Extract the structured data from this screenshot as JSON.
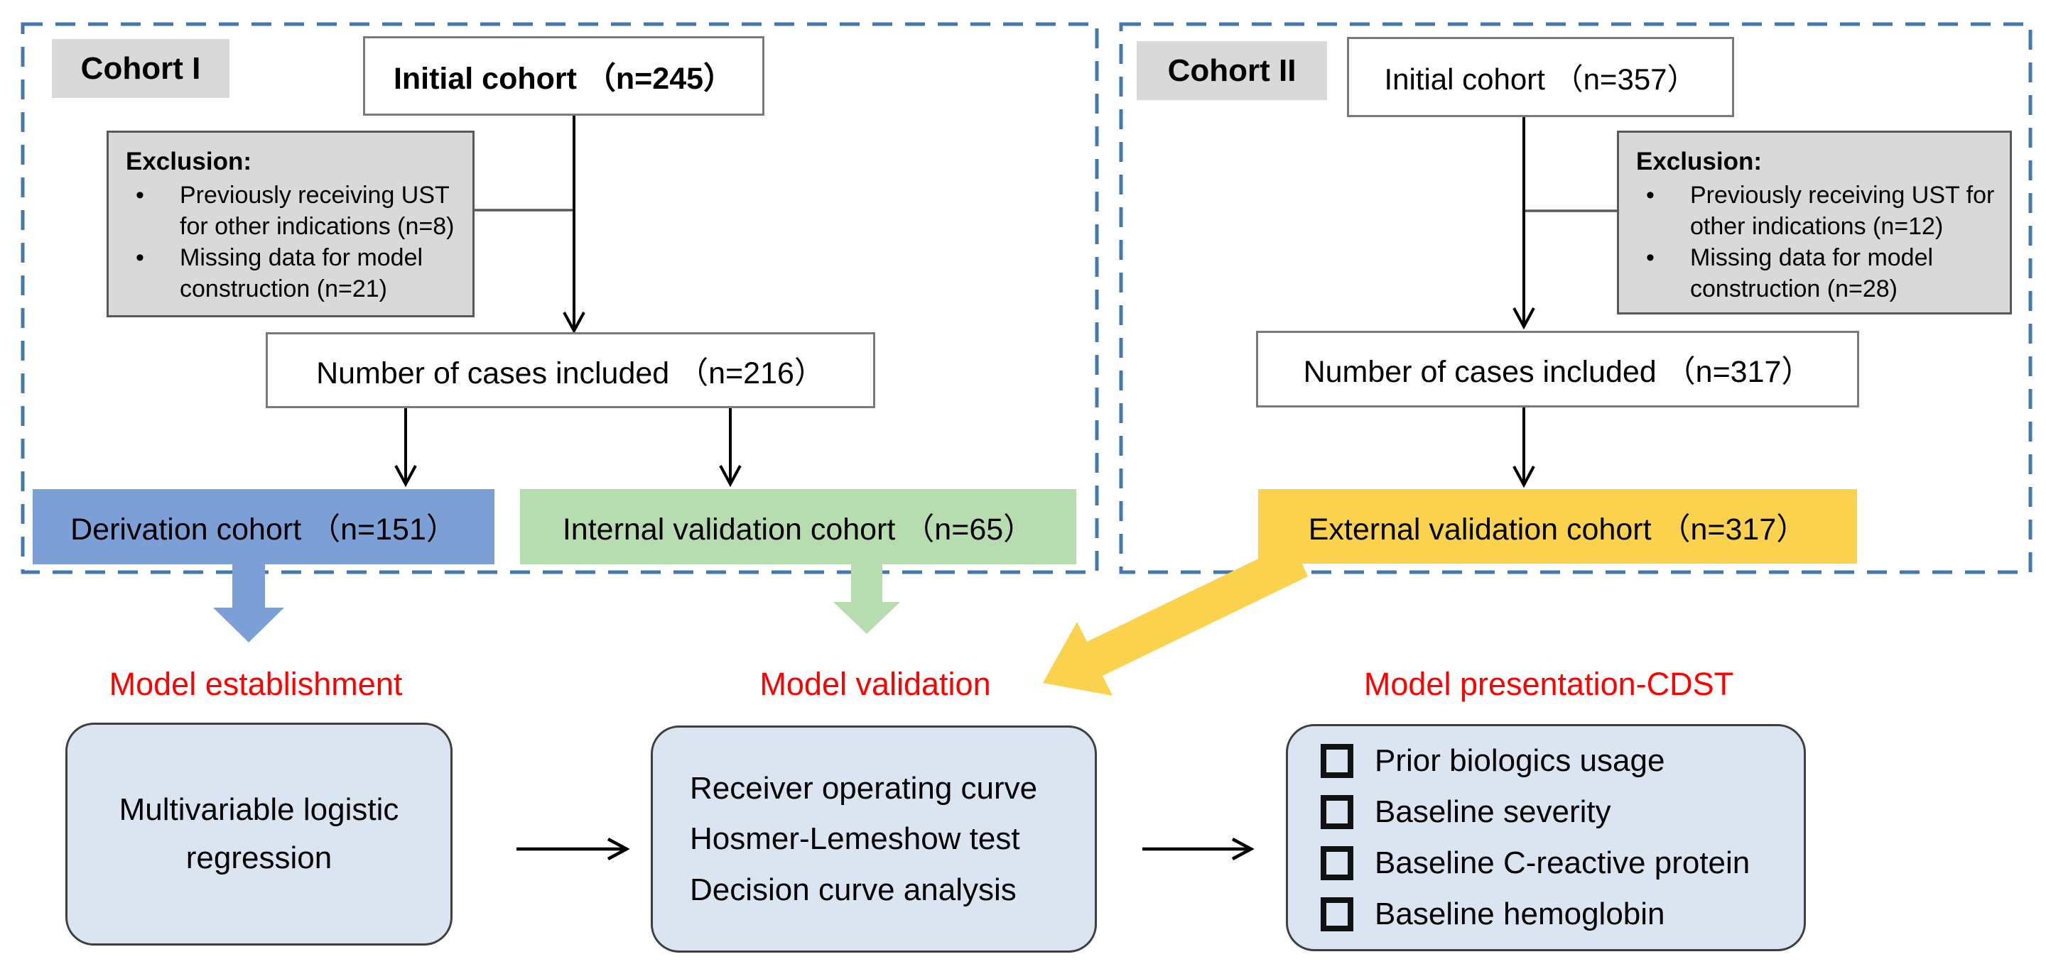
{
  "colors": {
    "blue": "#7c9fd6",
    "green": "#b7dcb0",
    "yellow": "#fbd24e",
    "lightblue": "#dbe5f2",
    "grey_fill": "#d9d9d9",
    "grey_border": "#595959",
    "box_border": "#7a7a7a",
    "dash": "#4778ad",
    "red": "#ff0000"
  },
  "cohort1": {
    "label": "Cohort I",
    "initial": "Initial cohort （n=245）",
    "exclusion": {
      "title": "Exclusion:",
      "bullet": "•",
      "items": [
        "Previously receiving UST for other indications (n=8)",
        "Missing data for model construction (n=21)"
      ]
    },
    "included": "Number of cases included （n=216）",
    "derivation": "Derivation cohort （n=151）",
    "internal_validation": "Internal validation cohort （n=65）"
  },
  "cohort2": {
    "label": "Cohort II",
    "initial": "Initial cohort （n=357）",
    "exclusion": {
      "title": "Exclusion:",
      "bullet": "•",
      "items": [
        "Previously receiving UST for other indications (n=12)",
        "Missing data for model construction (n=28)"
      ]
    },
    "included": "Number of cases included （n=317）",
    "external_validation": "External validation cohort （n=317）"
  },
  "stages": {
    "establishment": "Model establishment",
    "validation": "Model validation",
    "presentation": "Model presentation-CDST"
  },
  "bottom": {
    "model_box": {
      "lines": [
        "Multivariable logistic",
        "regression"
      ]
    },
    "validation_box": {
      "lines": [
        "Receiver operating curve",
        "Hosmer-Lemeshow test",
        "Decision curve analysis"
      ]
    },
    "presentation_box": {
      "items": [
        "Prior biologics usage",
        "Baseline severity",
        "Baseline C-reactive protein",
        "Baseline hemoglobin"
      ]
    }
  }
}
